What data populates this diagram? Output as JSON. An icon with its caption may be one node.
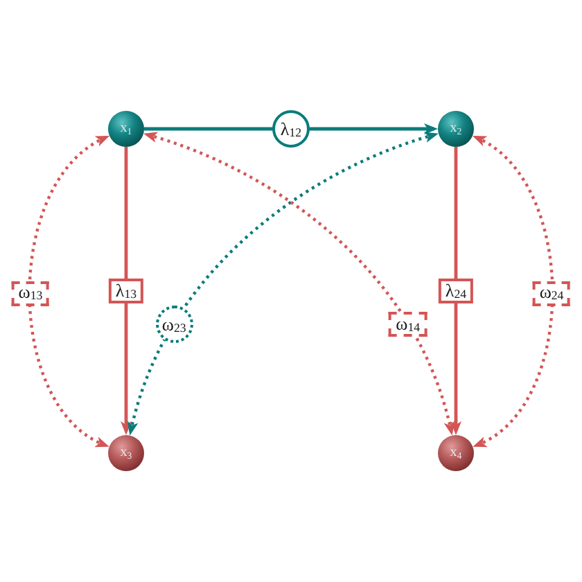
{
  "diagram": {
    "nodes": [
      {
        "text": [
          "x$_{1}$"
        ]
      },
      {
        "text": [
          "x$_{2}$"
        ]
      },
      {
        "text": [
          "x$_{3}$"
        ]
      },
      {
        "text": [
          "x$_{4}$"
        ]
      }
    ],
    "edges": [
      {
        "from": 0,
        "to": 1,
        "arrow": "to",
        "label": "λ$_{12}$",
        "color": "#0b7b7b"
      },
      {
        "from": 0,
        "to": 2,
        "arrow": "to",
        "label": "λ$_{13}$"
      },
      {
        "from": 1,
        "to": 3,
        "arrow": "to",
        "label": "λ$_{24}$"
      },
      {
        "from": 0,
        "to": 2,
        "arrow": "both",
        "label": "ω$_{13}$",
        "style": "dashed"
      },
      {
        "from": 1,
        "to": 2,
        "arrow": "both",
        "label": "ω$_{23}$",
        "style": "dashed",
        "color": "#0b7b7b"
      },
      {
        "from": 0,
        "to": 3,
        "arrow": "both",
        "label": "ω$_{14}$",
        "style": "dashed"
      },
      {
        "from": 1,
        "to": 3,
        "arrow": "both",
        "label": "ω$_{24}$",
        "style": "dashed"
      }
    ]
  }
}
